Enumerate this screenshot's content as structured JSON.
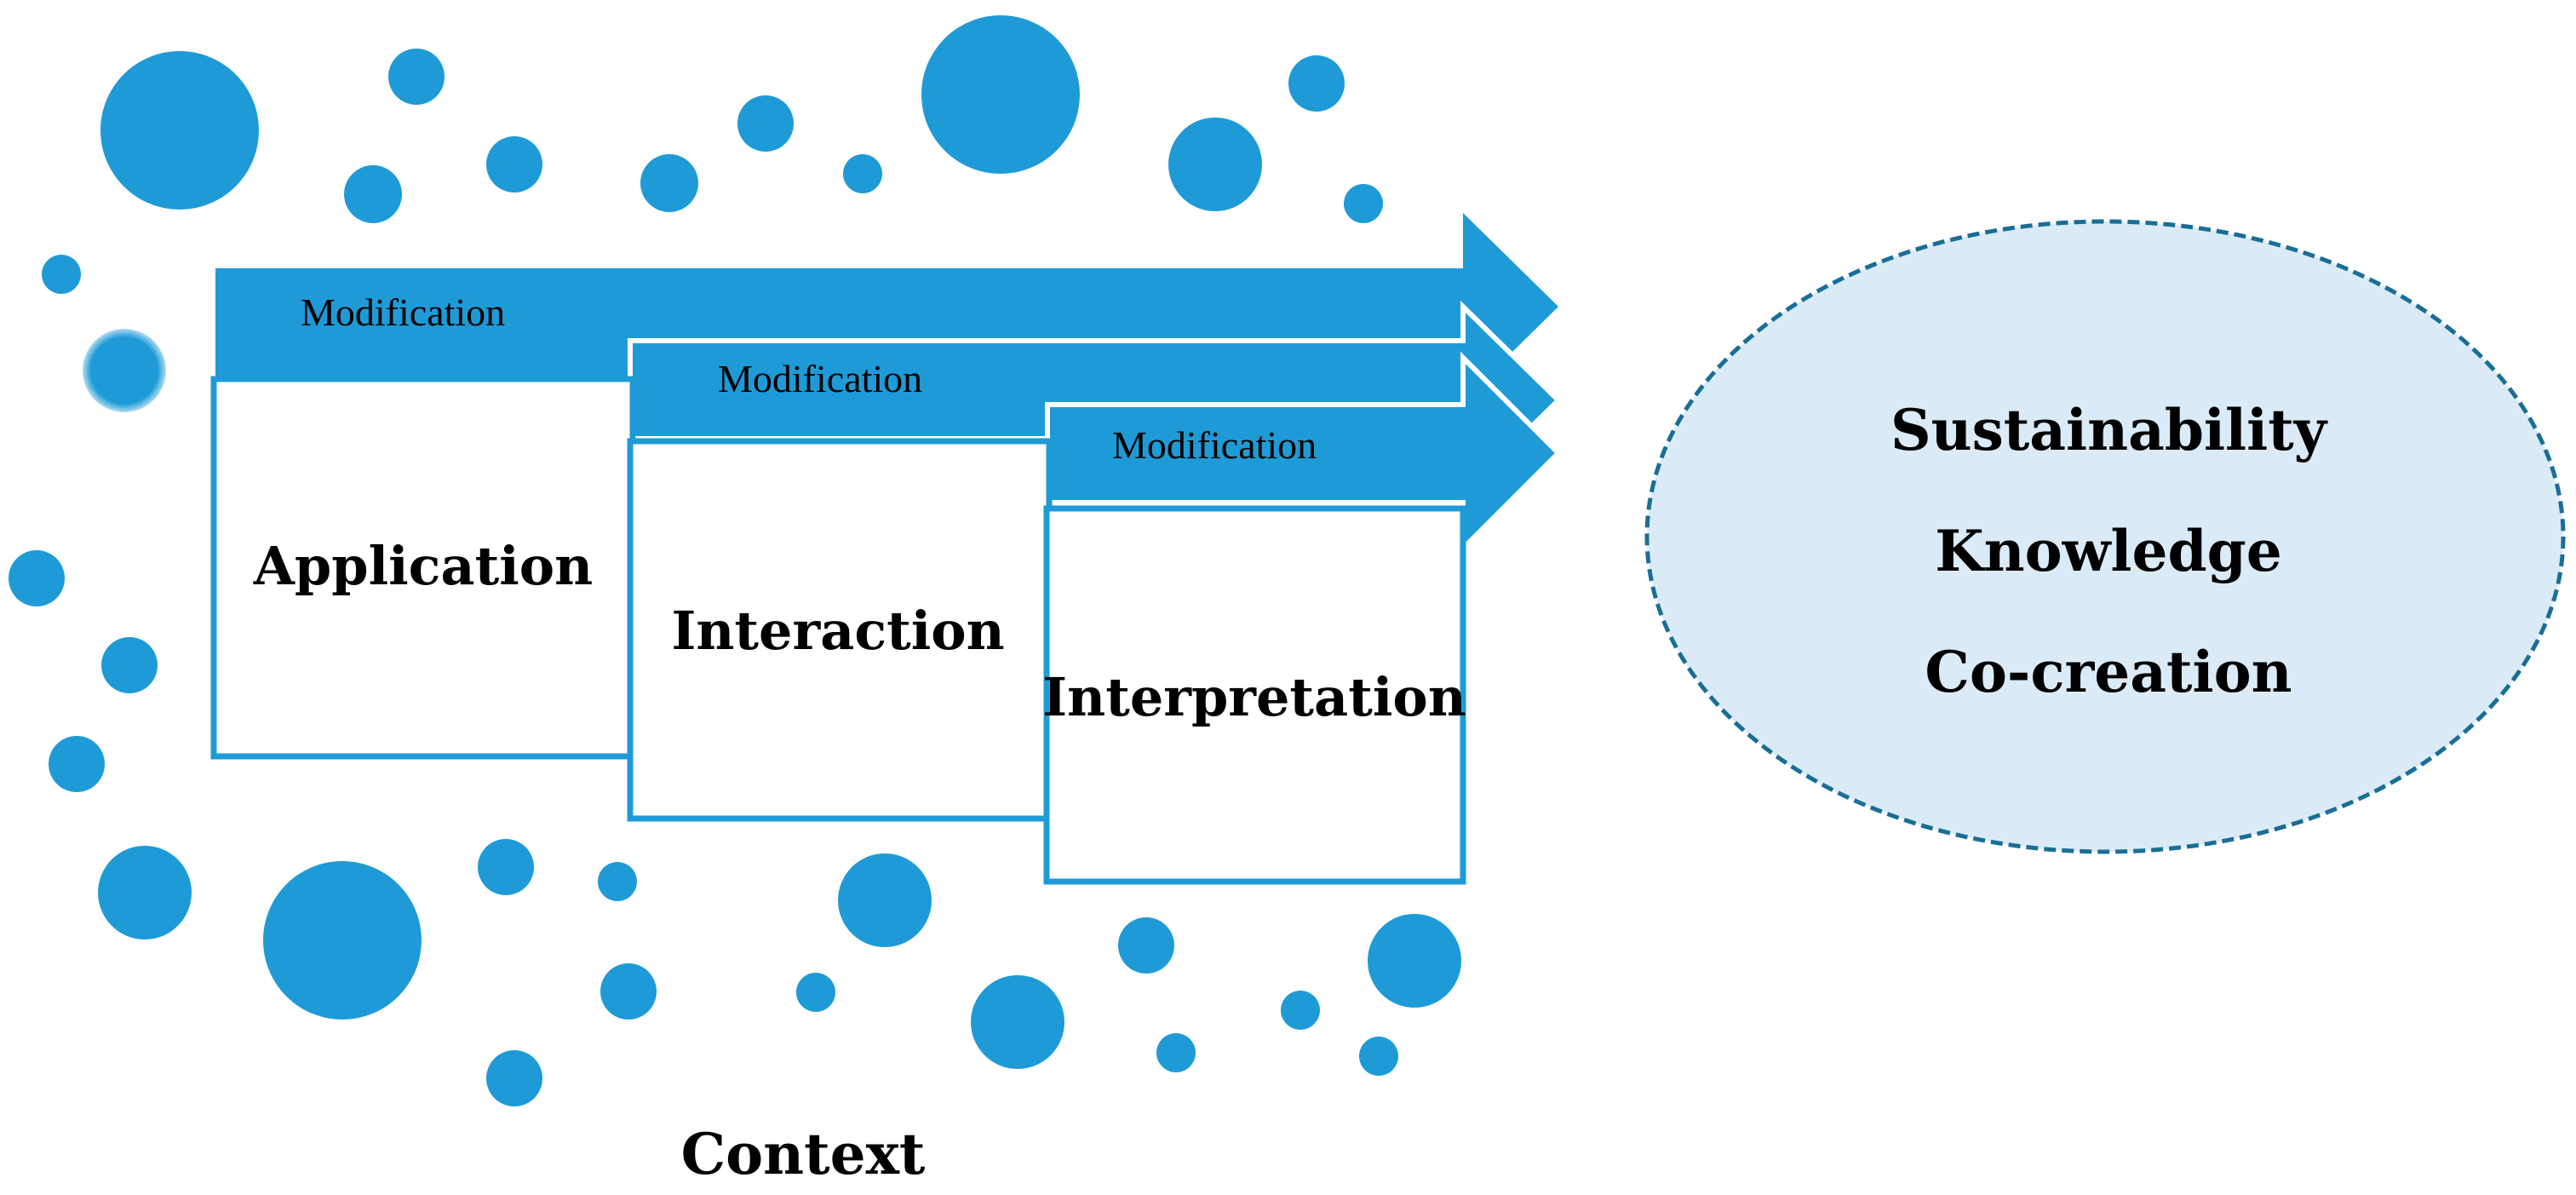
{
  "colors": {
    "accent": "#1E9BD7",
    "ellipse_fill": "#DAEBF7",
    "ellipse_stroke": "#1A6E96",
    "box_fill": "#FFFFFF",
    "text": "#000000"
  },
  "stages": [
    {
      "label": "Application",
      "modification_label": "Modification"
    },
    {
      "label": "Interaction",
      "modification_label": "Modification"
    },
    {
      "label": "Interpretation",
      "modification_label": "Modification"
    }
  ],
  "outcomes": [
    "Sustainability",
    "Knowledge",
    "Co-creation"
  ],
  "context_label": "Context"
}
